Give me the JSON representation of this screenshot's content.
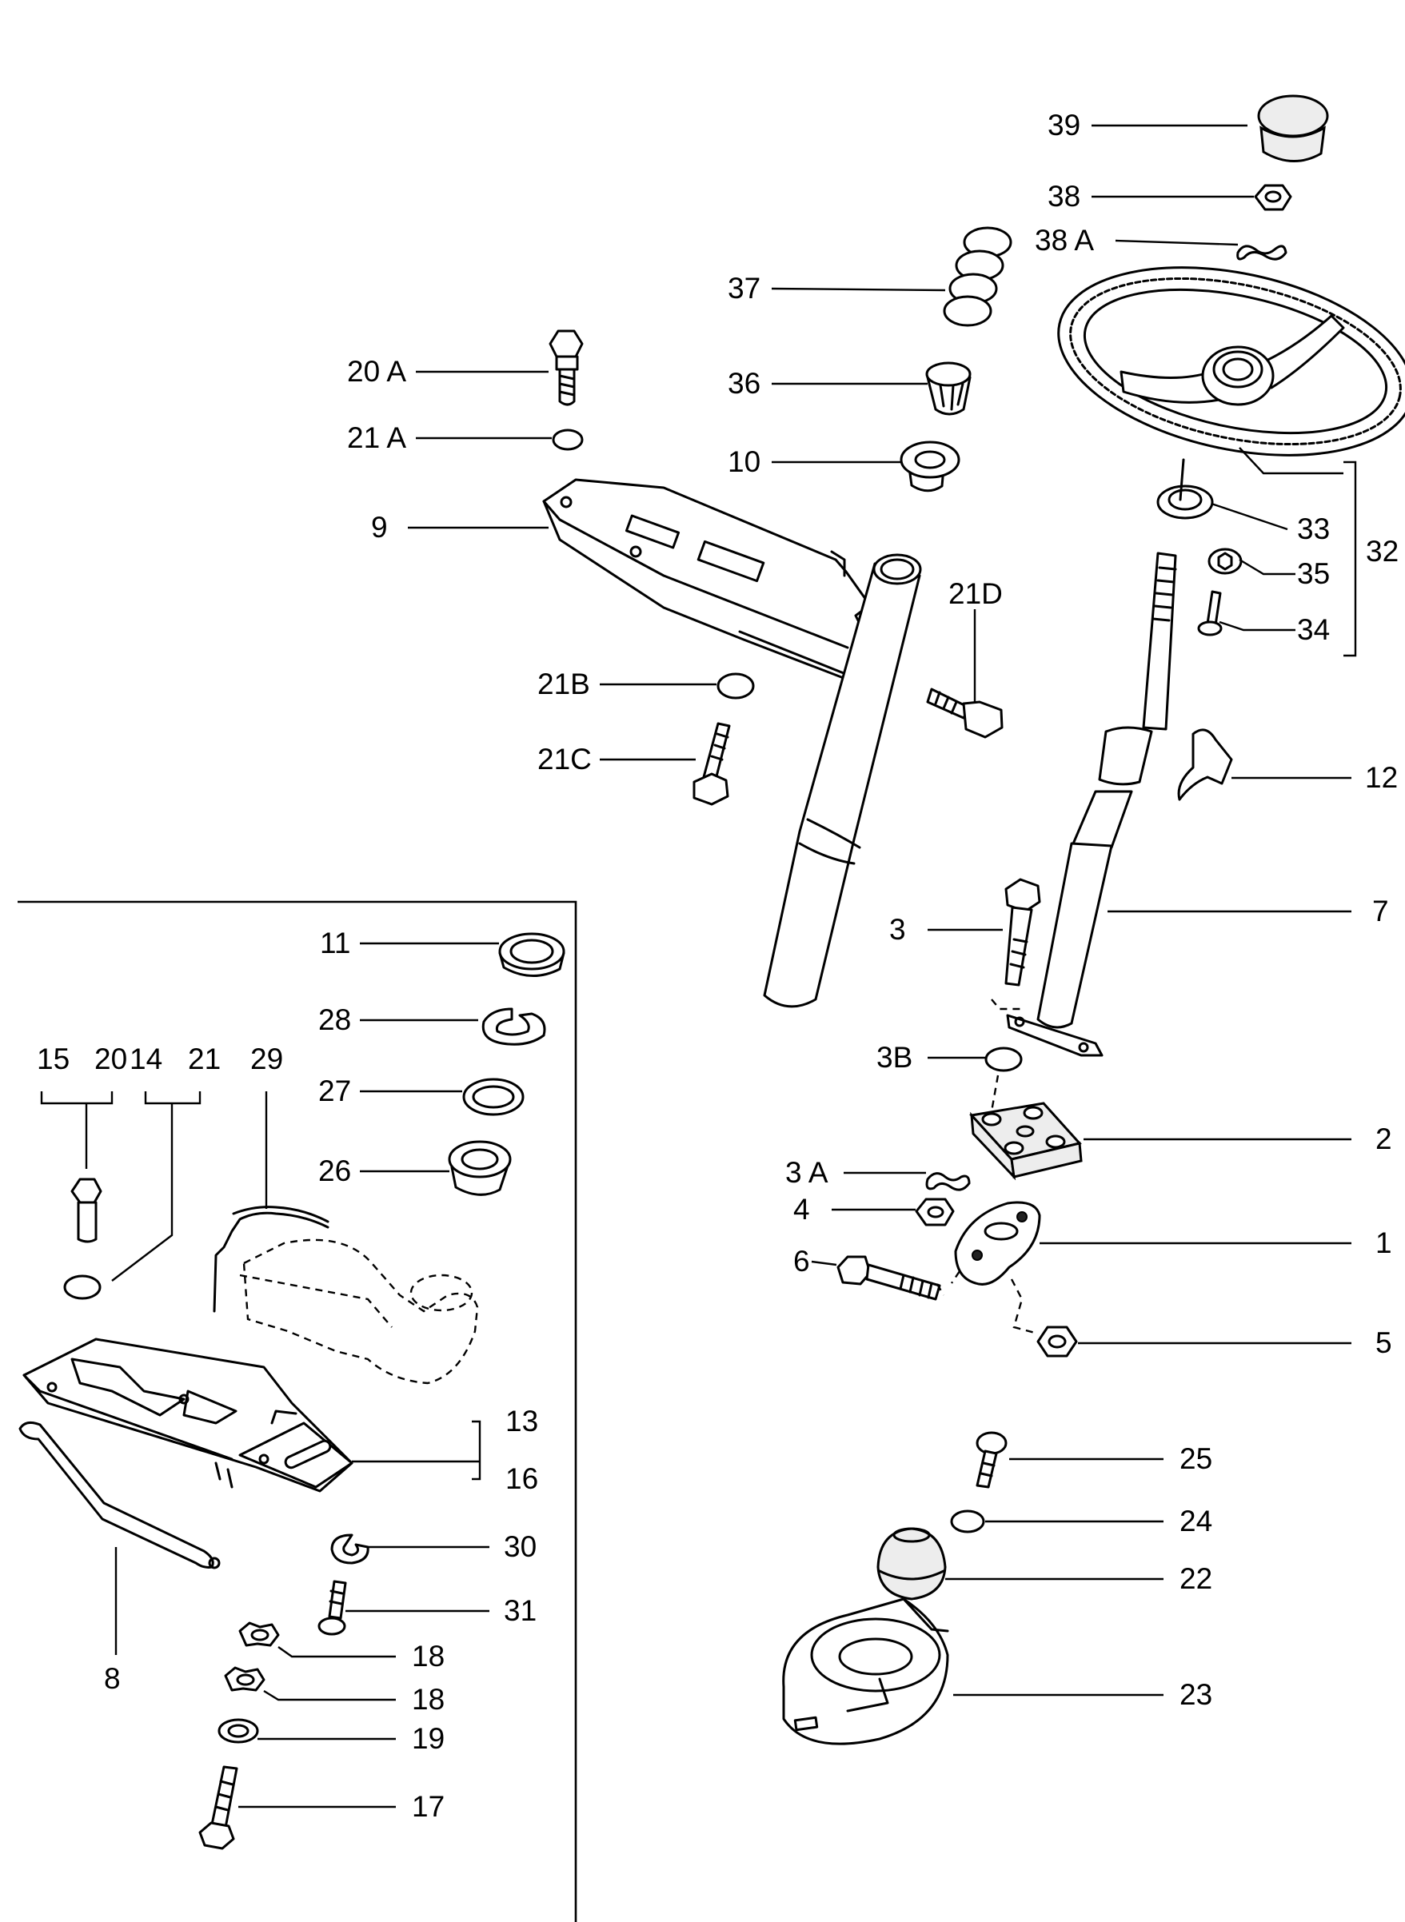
{
  "callouts": {
    "c39": "39",
    "c38": "38",
    "c38a": "38 A",
    "c37": "37",
    "c36": "36",
    "c20a": "20 A",
    "c21a": "21 A",
    "c10": "10",
    "c9": "9",
    "c33": "33",
    "c32": "32",
    "c35": "35",
    "c34": "34",
    "c21d": "21D",
    "c21b": "21B",
    "c21c": "21C",
    "c12": "12",
    "c3": "3",
    "c7": "7",
    "c11": "11",
    "c28": "28",
    "c27": "27",
    "c26": "26",
    "c15": "15",
    "c20": "20",
    "c14": "14",
    "c21": "21",
    "c29": "29",
    "c3b": "3B",
    "c2": "2",
    "c3a": "3 A",
    "c4": "4",
    "c1": "1",
    "c6": "6",
    "c5": "5",
    "c13": "13",
    "c16": "16",
    "c25": "25",
    "c24": "24",
    "c22": "22",
    "c8": "8",
    "c30": "30",
    "c31": "31",
    "c18a": "18",
    "c18b": "18",
    "c19": "19",
    "c17": "17",
    "c23": "23"
  }
}
